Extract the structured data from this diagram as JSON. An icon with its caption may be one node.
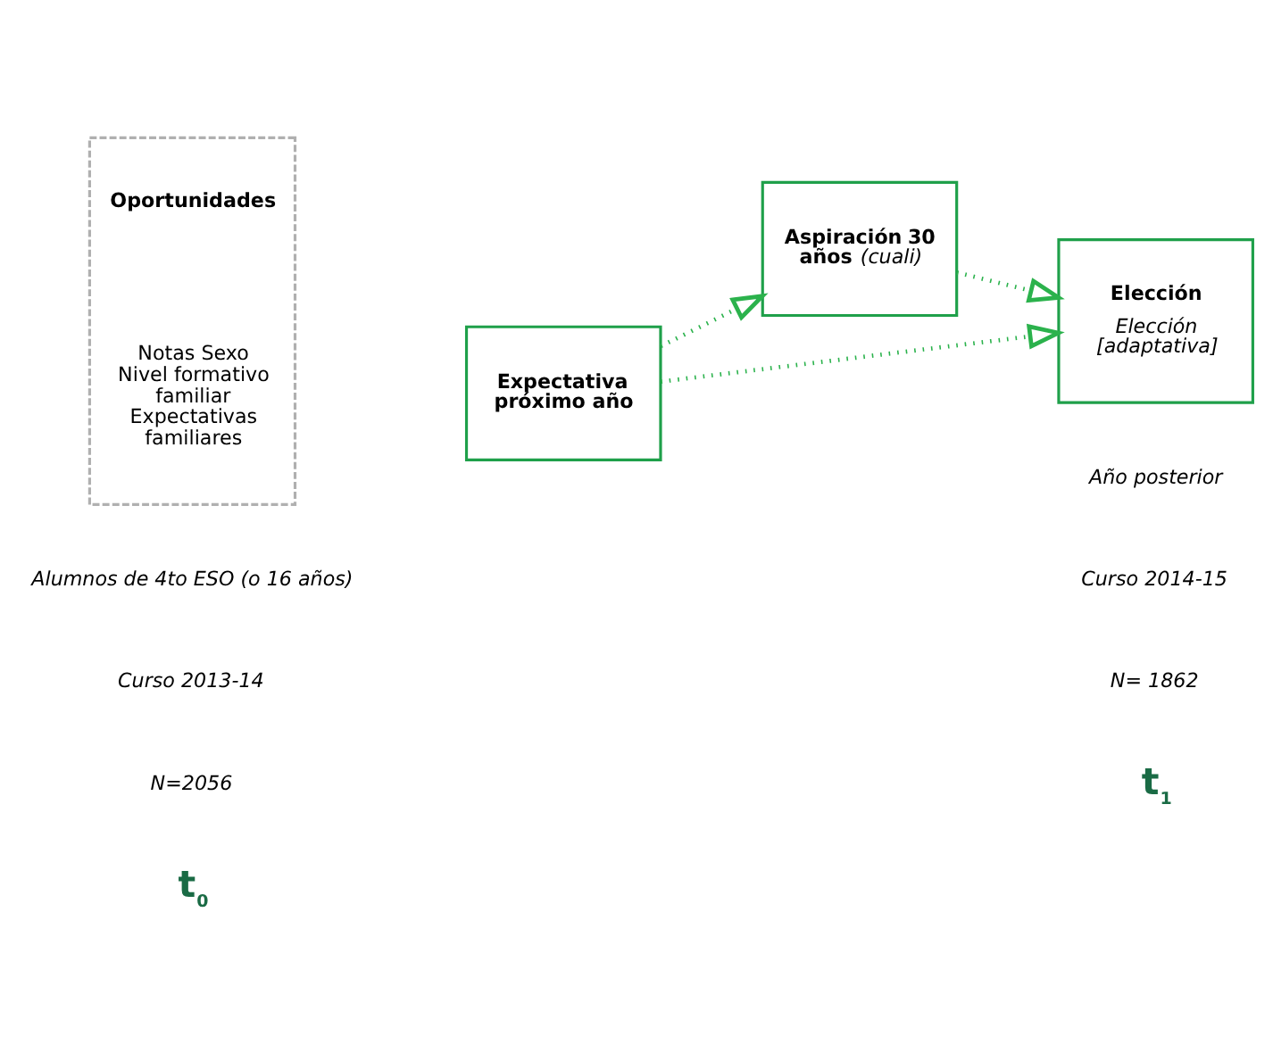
{
  "diagram": {
    "nodes": [
      {
        "text": [
          "Oportunidades",
          "Notas Sexo Nivel formativo familiar Expectativas familiares"
        ]
      },
      {
        "text": [
          "Expectativa próximo año"
        ]
      },
      {
        "text": [
          "**Aspiración 30 años** *(cuali)*"
        ]
      },
      {
        "text": [
          "Elección",
          "Elección [adaptativa]"
        ]
      }
    ],
    "edges": [
      {
        "from": 1,
        "to": 2,
        "arrow": "to",
        "style": "dashed"
      },
      {
        "from": 1,
        "to": 3,
        "arrow": "to",
        "style": "dashed"
      },
      {
        "from": 2,
        "to": 3,
        "arrow": "to",
        "style": "dashed"
      }
    ],
    "labels": [
      "Alumnos de 4to ESO (o 16 años)",
      "Curso 2013-14",
      "N=2056",
      "t$_{0}$",
      "Año posterior",
      "Curso 2014-15",
      "N= 1862",
      "t$_{1}$"
    ]
  }
}
